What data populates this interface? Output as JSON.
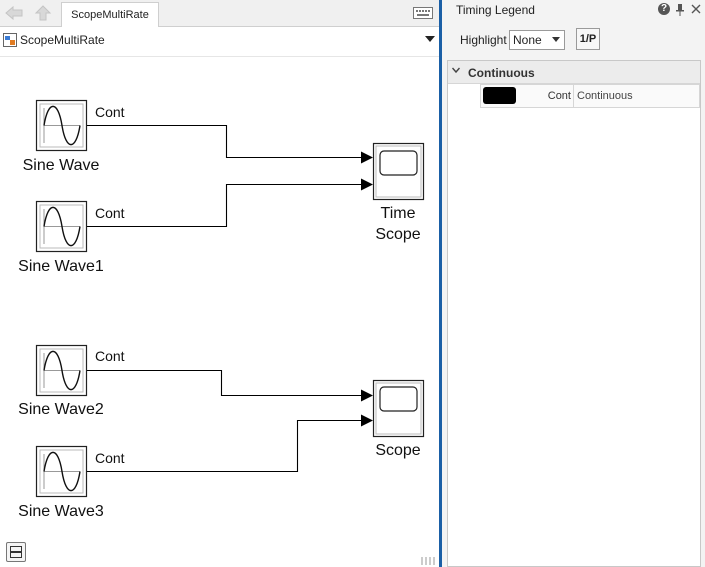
{
  "editor": {
    "tab_label": "ScopeMultiRate",
    "address_path": "ScopeMultiRate"
  },
  "model": {
    "blocks": {
      "sine1": "Sine Wave",
      "sine2": "Sine Wave1",
      "sine3": "Sine Wave2",
      "sine4": "Sine Wave3",
      "timescope_line1": "Time",
      "timescope_line2": "Scope",
      "scope": "Scope"
    },
    "signals": {
      "s1": "Cont",
      "s2": "Cont",
      "s3": "Cont",
      "s4": "Cont"
    }
  },
  "legend": {
    "title": "Timing Legend",
    "highlight_label": "Highlight",
    "highlight_value": "None",
    "period_button": "1/P",
    "group_label": "Continuous",
    "rows": [
      {
        "swatch_color": "#000000",
        "annotation": "Cont",
        "description": "Continuous"
      }
    ]
  },
  "colors": {
    "divider": "#1a5fa6",
    "signal_line": "#000000"
  },
  "icons": {
    "back": "back-arrow-icon",
    "up": "up-arrow-icon",
    "keyboard": "keyboard-icon",
    "model": "model-icon",
    "help": "help-icon",
    "pin": "pin-icon",
    "close": "close-icon"
  }
}
